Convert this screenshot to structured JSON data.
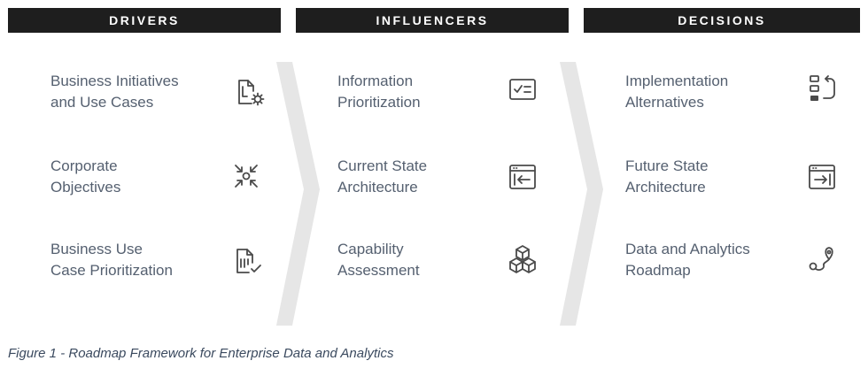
{
  "columns": [
    {
      "header": "DRIVERS",
      "items": [
        {
          "lines": [
            "Business Initiatives",
            "and Use Cases"
          ],
          "icon": "document-gear-icon"
        },
        {
          "lines": [
            "Corporate",
            "Objectives"
          ],
          "icon": "converge-arrows-icon"
        },
        {
          "lines": [
            "Business Use",
            "Case Prioritization"
          ],
          "icon": "document-check-icon"
        }
      ]
    },
    {
      "header": "INFLUENCERS",
      "items": [
        {
          "lines": [
            "Information",
            "Prioritization"
          ],
          "icon": "checklist-icon"
        },
        {
          "lines": [
            "Current State",
            "Architecture"
          ],
          "icon": "window-arrow-left-icon"
        },
        {
          "lines": [
            "Capability",
            "Assessment"
          ],
          "icon": "cubes-icon"
        }
      ]
    },
    {
      "header": "DECISIONS",
      "items": [
        {
          "lines": [
            "Implementation",
            "Alternatives"
          ],
          "icon": "alternatives-icon"
        },
        {
          "lines": [
            "Future State",
            "Architecture"
          ],
          "icon": "window-arrow-right-icon"
        },
        {
          "lines": [
            "Data and Analytics",
            "Roadmap"
          ],
          "icon": "route-pin-icon"
        }
      ]
    }
  ],
  "caption": "Figure 1 - Roadmap Framework for Enterprise Data and Analytics"
}
